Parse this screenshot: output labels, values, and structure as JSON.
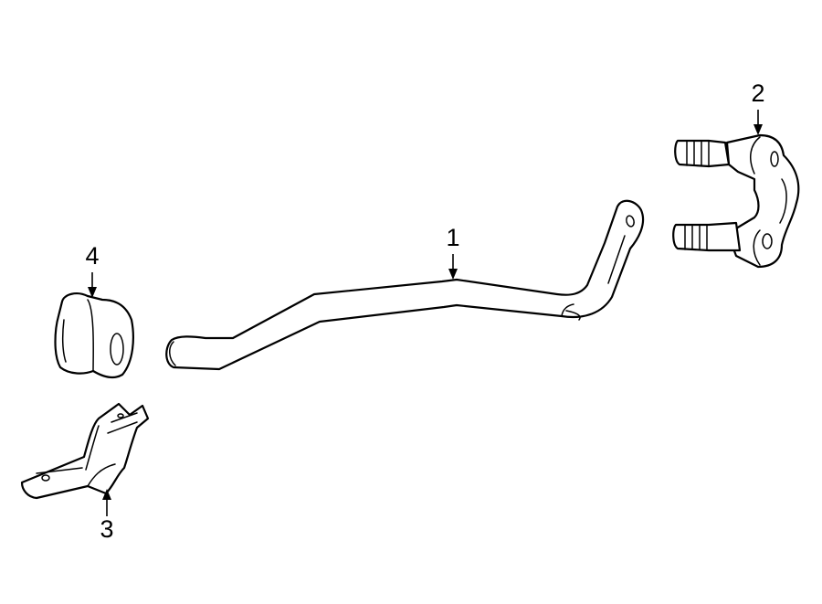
{
  "diagram": {
    "parts": [
      {
        "id": "1",
        "label": "1"
      },
      {
        "id": "2",
        "label": "2"
      },
      {
        "id": "3",
        "label": "3"
      },
      {
        "id": "4",
        "label": "4"
      }
    ]
  }
}
